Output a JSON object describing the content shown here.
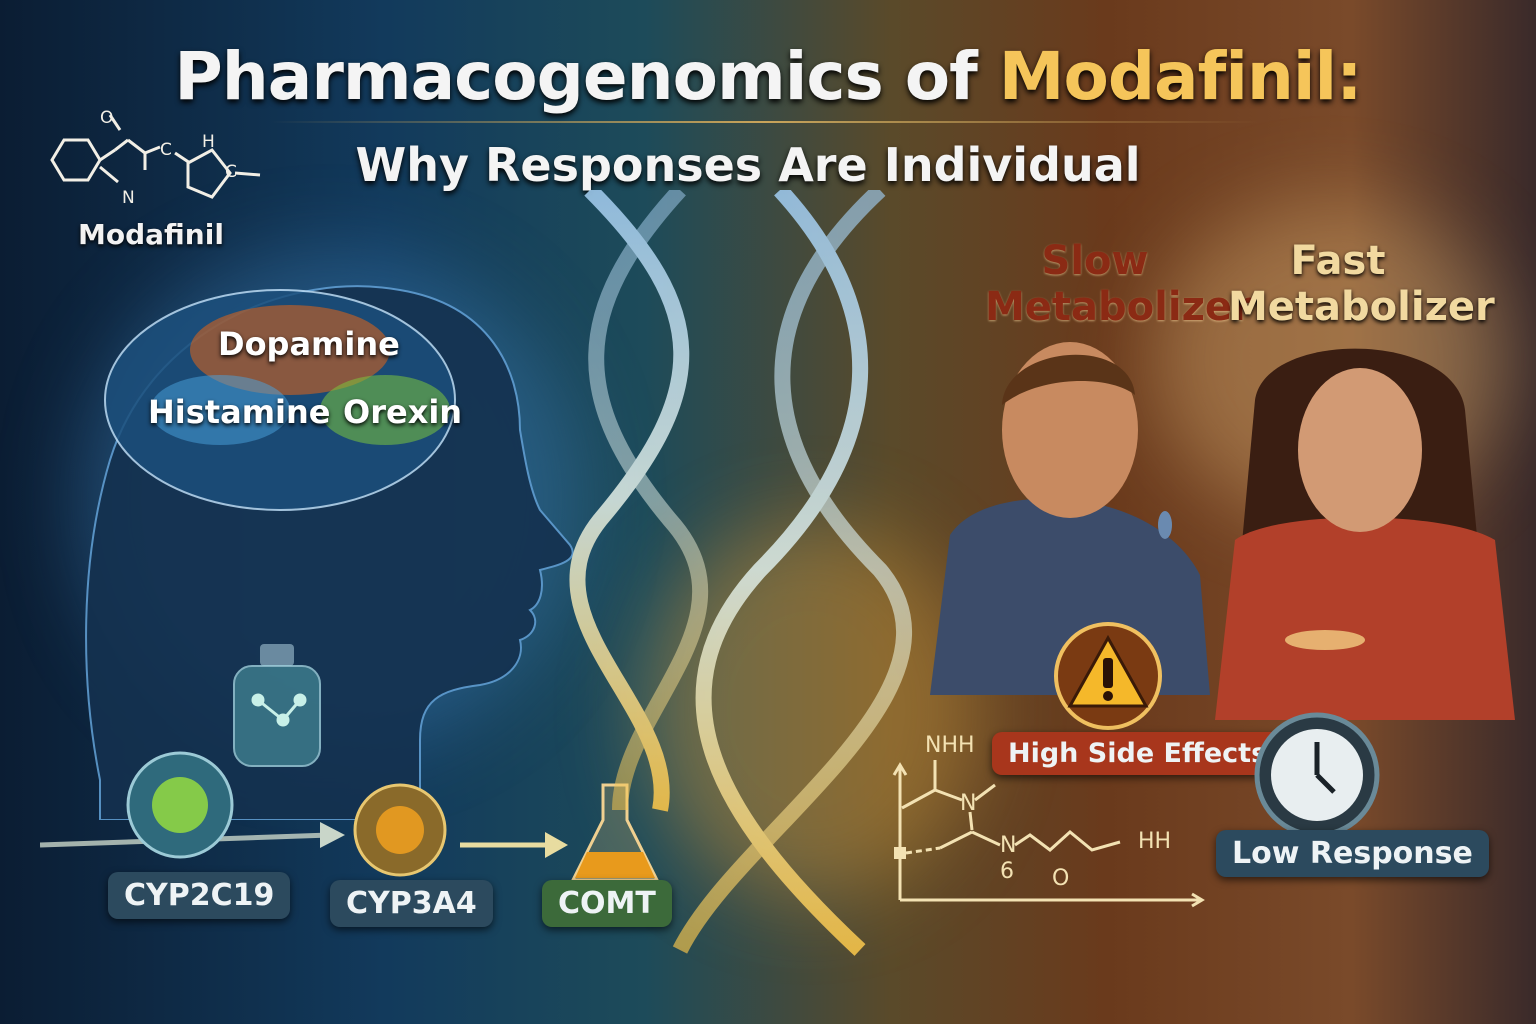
{
  "title": {
    "main": "Pharmacogenomics of ",
    "highlight": "Modafinil:",
    "subtitle": "Why Responses Are Individual"
  },
  "molecule": {
    "name": "Modafinil",
    "atoms": [
      "O",
      "N",
      "C",
      "H",
      "C"
    ]
  },
  "brain": {
    "regions": [
      "Dopamine",
      "Histamine",
      "Orexin"
    ]
  },
  "genes": [
    "CYP2C19",
    "CYP3A4",
    "COMT"
  ],
  "metabolizers": {
    "slow": {
      "line1": "Slow",
      "line2": "Metabolizer",
      "effect": "High Side Effects",
      "icon": "warning-icon"
    },
    "fast": {
      "line1": "Fast",
      "line2": "Metabolizer",
      "effect": "Low Response",
      "icon": "clock-icon"
    }
  },
  "chem_graph": {
    "atoms": [
      "NHH",
      "N",
      "N",
      "6",
      "O",
      "HH"
    ]
  },
  "colors": {
    "title_highlight": "#f5c55a",
    "slow": "#8b2a14",
    "fast": "#f1d9a0",
    "pill_blue": "#2c4a5e",
    "pill_green": "#3c6a3a",
    "pill_red": "#a8361c"
  }
}
